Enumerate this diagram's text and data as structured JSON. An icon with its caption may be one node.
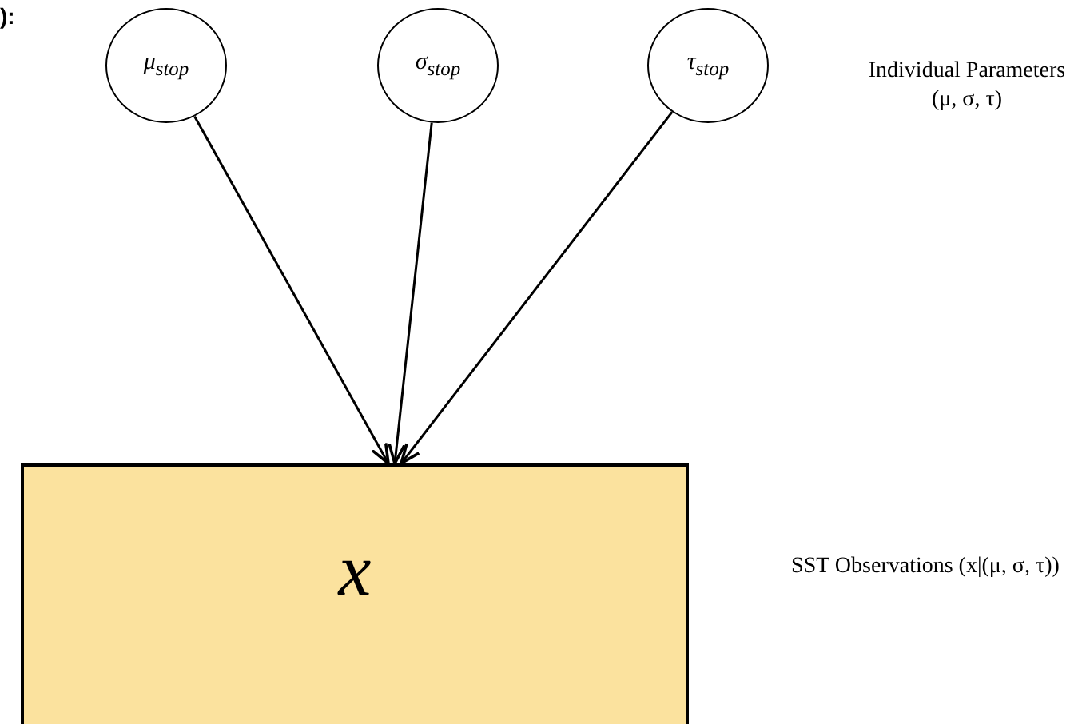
{
  "diagram": {
    "nodes": [
      {
        "text": [
          "μ$_{stop}$"
        ]
      },
      {
        "text": [
          "σ$_{stop}$"
        ]
      },
      {
        "text": [
          "τ$_{stop}$"
        ]
      },
      {
        "text": [
          "x"
        ]
      }
    ],
    "edges": [
      {
        "from": 0,
        "to": 3,
        "arrow": "to"
      },
      {
        "from": 1,
        "to": 3,
        "arrow": "to"
      },
      {
        "from": 2,
        "to": 3,
        "arrow": "to"
      }
    ],
    "labels": [
      "):",
      "Individual Parameters (μ, σ, τ)",
      "SST Observations (x|(μ, σ, τ))"
    ]
  }
}
